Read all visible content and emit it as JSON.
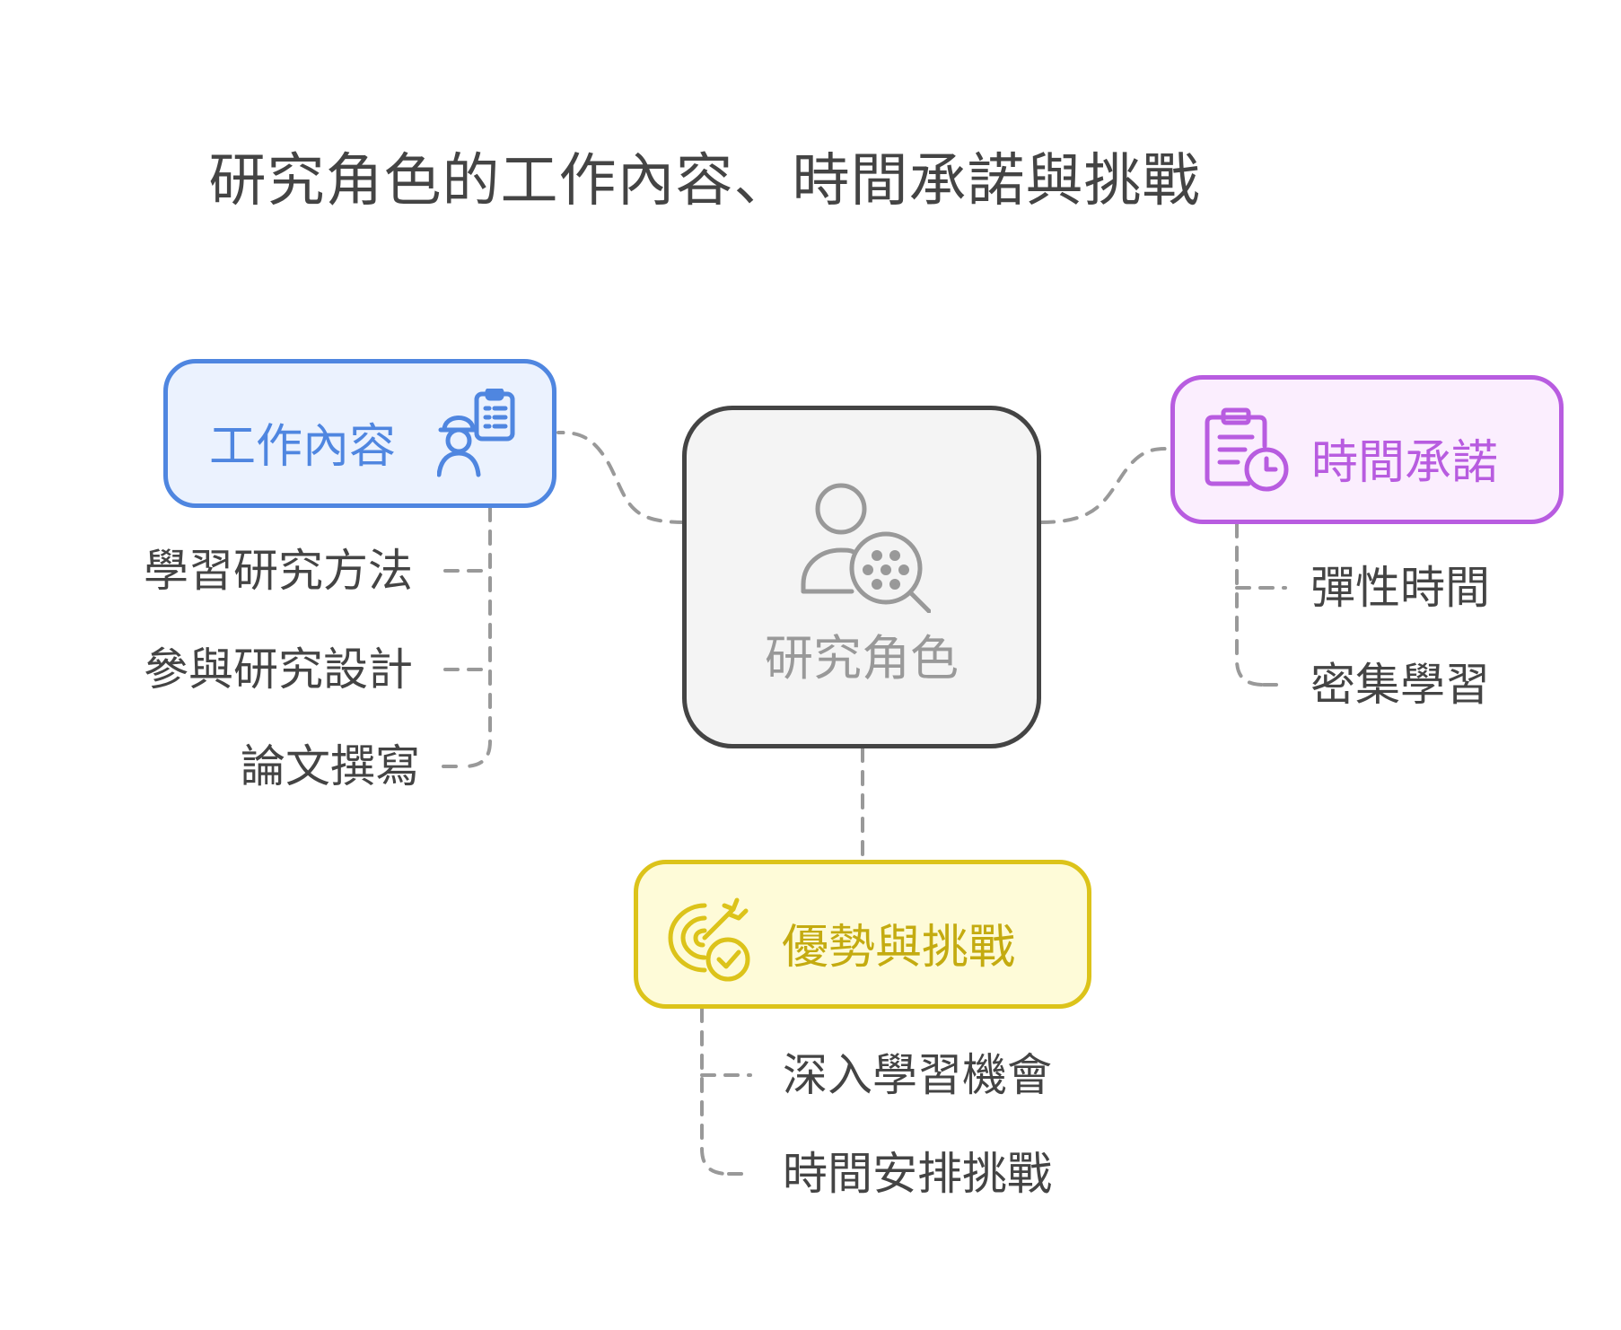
{
  "title": "研究角色的工作內容、時間承諾與挑戰",
  "colors": {
    "blue": "#4f86e0",
    "purple": "#b85ce0",
    "yellow": "#dcc31a",
    "center": "#444444",
    "connector": "#999999"
  },
  "center": {
    "label": "研究角色",
    "icon": "researcher-search-icon"
  },
  "branches": {
    "work": {
      "label": "工作內容",
      "icon": "worker-clipboard-icon",
      "items": [
        "學習研究方法",
        "參與研究設計",
        "論文撰寫"
      ]
    },
    "time": {
      "label": "時間承諾",
      "icon": "clipboard-clock-icon",
      "items": [
        "彈性時間",
        "密集學習"
      ]
    },
    "challenge": {
      "label": "優勢與挑戰",
      "icon": "target-check-icon",
      "items": [
        "深入學習機會",
        "時間安排挑戰"
      ]
    }
  }
}
